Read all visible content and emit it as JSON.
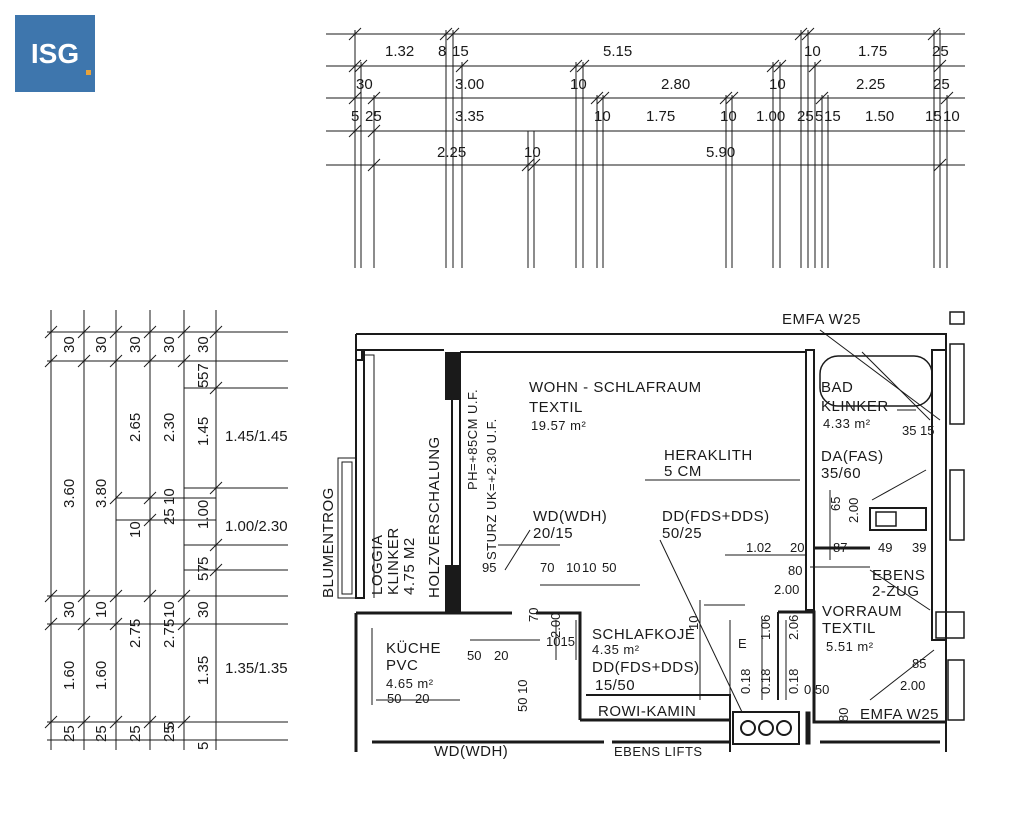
{
  "logo": {
    "text": "ISG",
    "bg": "#3e76ad",
    "accent": "#e8a33b"
  },
  "top_dims": {
    "row1": [
      "1.32",
      "8",
      "15",
      "5.15",
      "10",
      "1.75",
      "25"
    ],
    "row2": [
      "30",
      "3.00",
      "10",
      "2.80",
      "10",
      "2.25",
      "25"
    ],
    "row3": [
      "5",
      "25",
      "3.35",
      "10",
      "1.75",
      "10",
      "1.00",
      "25",
      "5",
      "15",
      "1.50",
      "15",
      "10"
    ],
    "row4": [
      "2.25",
      "10",
      "5.90"
    ]
  },
  "left_dims": {
    "col1": [
      "30",
      "3.60",
      "30",
      "1.60",
      "25"
    ],
    "col2": [
      "30",
      "3.80",
      "10",
      "1.60",
      "25"
    ],
    "col3": [
      "30",
      "2.65",
      "10",
      "2.75",
      "25"
    ],
    "col4": [
      "30",
      "2.30",
      "10",
      "25",
      "10",
      "2.75",
      "5",
      "25"
    ],
    "col5": [
      "30",
      "57",
      "5",
      "1.45",
      "1.00",
      "57",
      "5",
      "30",
      "1.35",
      "5"
    ],
    "col6": [
      "1.45/1.45",
      "1.00/2.30",
      "1.35/1.35"
    ]
  },
  "rooms": {
    "wohn": {
      "name": "WOHN - SCHLAFRAUM",
      "floor": "TEXTIL",
      "area": "19.57  m²"
    },
    "heraklith": {
      "line1": "HERAKLITH",
      "line2": "5 CM"
    },
    "bad": {
      "name": "BAD",
      "floor": "KLINKER",
      "area": "4.33 m²"
    },
    "da": {
      "line1": "DA(FAS)",
      "line2": "35/60"
    },
    "wd": {
      "line1": "WD(WDH)",
      "line2": "20/15"
    },
    "dd1": {
      "line1": "DD(FDS+DDS)",
      "line2": "50/25"
    },
    "schlafkoje": {
      "name": "SCHLAFKOJE",
      "area": "4.35  m²",
      "line3": "DD(FDS+DDS)",
      "line4": "15/50"
    },
    "kueche": {
      "name": "KÜCHE",
      "floor": "PVC",
      "area": "4.65 m²"
    },
    "vorraum": {
      "name": "VORRAUM",
      "floor": "TEXTIL",
      "area": "5.51  m²"
    },
    "ebens": {
      "line1": "EBENS",
      "line2": "2-ZUG"
    },
    "loggia": {
      "line1": "LOGGIA",
      "line2": "KLINKER",
      "line3": "4.75 M2"
    },
    "holz": "HOLZVERSCHALUNG",
    "blumentrog": "BLUMENTROG",
    "sturz": {
      "line1": "PH=+85CM U.F.",
      "line2": "STURZ UK=+2.30 U.F."
    },
    "rowi": "ROWI-KAMIN",
    "emfa_top": "EMFA W25",
    "emfa_bottom": "EMFA W25",
    "bottom_wd": "WD(WDH)",
    "bottom_ebens": "EBENS LIFTS"
  },
  "plan_dims": {
    "d95": "95",
    "d70": "70",
    "d10a": "10",
    "d10b": "10",
    "d50": "50",
    "d102": "1.02",
    "d20": "20",
    "d80": "80",
    "d200a": "2.00",
    "d87": "87",
    "d49": "49",
    "d39": "39",
    "d35": "35",
    "d15": "15",
    "d65": "65",
    "d200b": "2.00",
    "d1015": "1015",
    "d200c": "2.00",
    "d5020a": "50",
    "d5020b": "20",
    "d5010": "50 10",
    "d5020c": "50",
    "d5020d": "20",
    "e": "E",
    "d106": "1.06",
    "d206": "2.06",
    "d018a": "0.18",
    "d018b": "0.18",
    "d018c": "0.18",
    "d050": "0.50",
    "d85": "85",
    "d200d": "2.00",
    "d80b": "80",
    "d10c": "10",
    "d70b": "70"
  }
}
